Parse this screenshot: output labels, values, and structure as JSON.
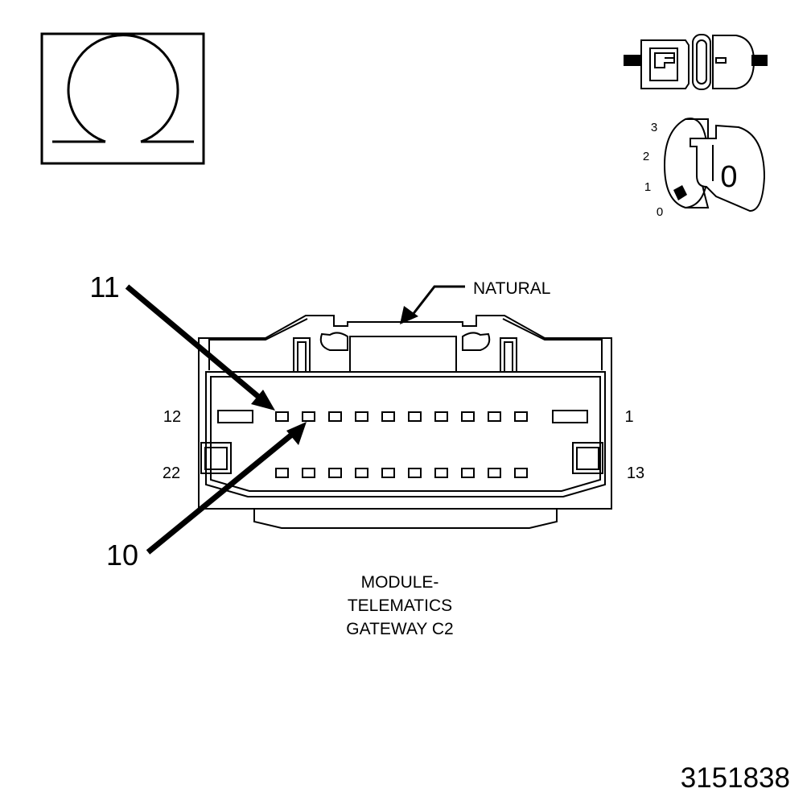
{
  "symbols": {
    "ohm_icon": "ohm-icon",
    "disconnect_icon": "connector-disconnect-icon",
    "ignition_icon": "ignition-key-icon",
    "ignition_positions": [
      "3",
      "2",
      "1",
      "0"
    ],
    "key_label": "0"
  },
  "connector": {
    "color_label": "NATURAL",
    "pin_labels": {
      "top_left": "12",
      "top_right": "1",
      "bottom_left": "22",
      "bottom_right": "13"
    },
    "callouts": {
      "upper": "11",
      "lower": "10"
    },
    "caption_lines": [
      "MODULE-",
      "TELEMATICS",
      "GATEWAY C2"
    ]
  },
  "figure_id": "3151838"
}
